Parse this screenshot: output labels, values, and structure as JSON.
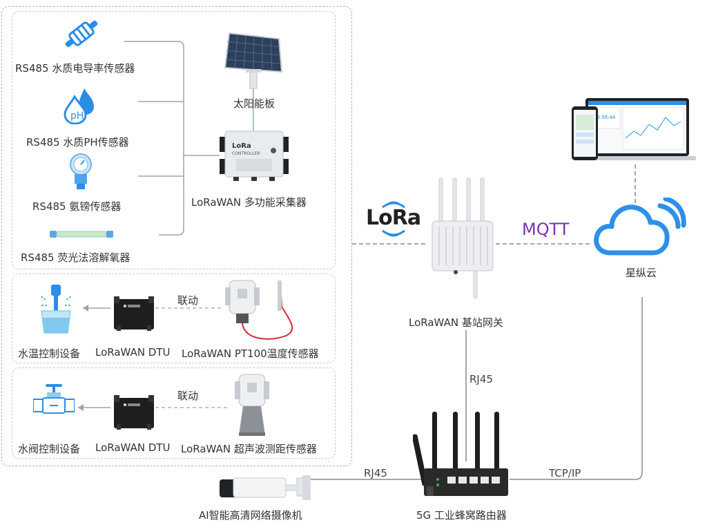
{
  "sensors": [
    {
      "label": "RS485 水质电导率传感器",
      "icon": "conductivity-sensor-icon"
    },
    {
      "label": "RS485 水质PH传感器",
      "icon": "ph-sensor-icon"
    },
    {
      "label": "RS485 氨镑传感器",
      "icon": "ammonia-sensor-icon"
    },
    {
      "label": "RS485 荧光法溶解氧器",
      "icon": "oxygen-sensor-icon"
    }
  ],
  "solar_panel": {
    "label": "太阳能板",
    "icon": "solar-panel-icon"
  },
  "controller": {
    "label": "LoRaWAN 多功能采集器",
    "brand": "LoRa",
    "model": "CONTROLLER",
    "icon": "controller-icon"
  },
  "group_temp": {
    "actuator": "水温控制设备",
    "dtu": "LoRaWAN DTU",
    "sensor": "LoRaWAN PT100温度传感器",
    "link": "联动"
  },
  "group_valve": {
    "actuator": "水阀控制设备",
    "dtu": "LoRaWAN DTU",
    "sensor": "LoRaWAN 超声波测距传感器",
    "link": "联动"
  },
  "lora_logo": "LoRa",
  "gateway": {
    "label": "LoRaWAN 基站网关"
  },
  "mqtt": "MQTT",
  "cloud": {
    "label": "星纵云"
  },
  "dashboard": {
    "time": "13:56:44"
  },
  "router": {
    "label": "5G 工业蜂窝路由器"
  },
  "camera": {
    "label": "AI智能高清网络摄像机"
  },
  "links": {
    "rj45_vertical": "RJ45",
    "rj45_horizontal": "RJ45",
    "tcpip": "TCP/IP"
  },
  "colors": {
    "accent": "#2a8ee6",
    "mqtt": "#7a32b0",
    "line": "#7f8c98",
    "cloud": "#2f8fe8"
  }
}
